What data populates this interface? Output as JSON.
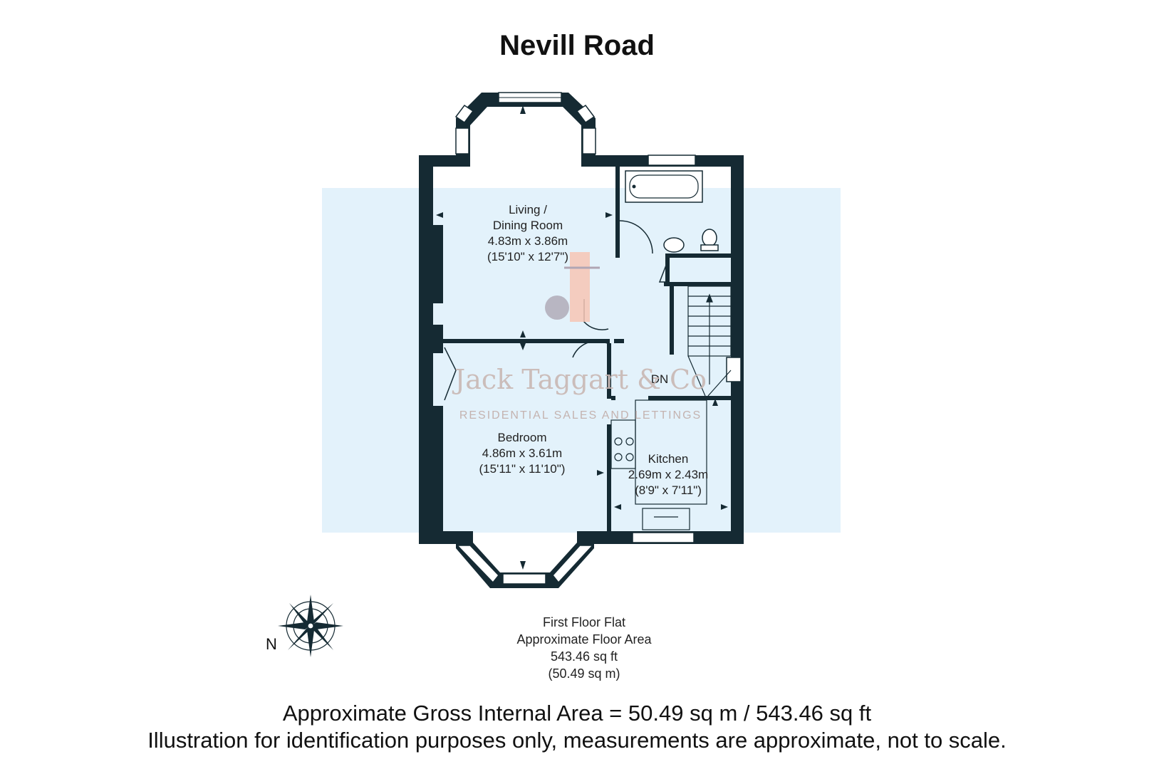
{
  "title": "Nevill Road",
  "rooms": {
    "living": {
      "name_line1": "Living /",
      "name_line2": "Dining Room",
      "metric": "4.83m x 3.86m",
      "imperial": "(15'10\" x 12'7\")"
    },
    "bedroom": {
      "name": "Bedroom",
      "metric": "4.86m x 3.61m",
      "imperial": "(15'11\" x 11'10\")"
    },
    "kitchen": {
      "name": "Kitchen",
      "metric": "2.69m x 2.43m",
      "imperial": "(8'9\" x 7'11\")"
    }
  },
  "stairs_label": "DN",
  "watermark": {
    "name": "Jack Taggart & Co",
    "tagline": "RESIDENTIAL SALES AND LETTINGS"
  },
  "floor_info": {
    "name": "First Floor Flat",
    "label": "Approximate Floor Area",
    "sqft": "543.46 sq ft",
    "sqm": "(50.49 sq m)"
  },
  "compass": {
    "letter": "N"
  },
  "footer": {
    "area": "Approximate Gross Internal Area = 50.49 sq m / 543.46 sq ft",
    "disclaimer": "Illustration for identification purposes only, measurements are approximate, not to scale."
  },
  "colors": {
    "wall": "#152a33",
    "watermark_band": "#e3f2fb",
    "accent": "#f7c6b4"
  }
}
